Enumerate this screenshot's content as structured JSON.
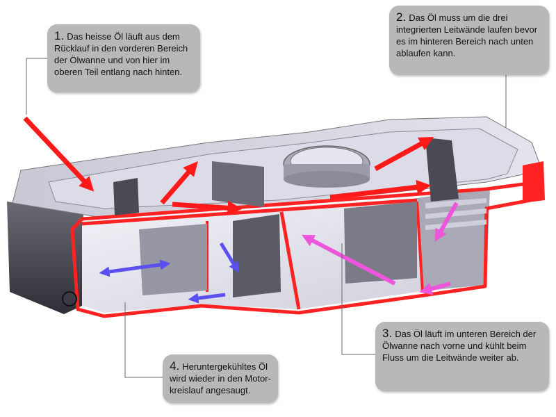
{
  "callouts": [
    {
      "number": "1.",
      "text": "Das heisse Öl läuft aus dem Rücklauf in den vorderen Bereich der Ölwanne und von hier im oberen Teil entlang nach hinten."
    },
    {
      "number": "2.",
      "text": "Das Öl muss um die drei integrierten Leitwände laufen bevor es im hinteren Bereich nach unten ablaufen kann."
    },
    {
      "number": "3.",
      "text": "Das Öl läuft im unteren Bereich der Ölwanne nach vorne und kühlt beim Fluss um die Leitwände weiter ab."
    },
    {
      "number": "4.",
      "text": "Heruntergekühltes Öl wird wieder in den Motor-kreislauf angesaugt."
    }
  ],
  "colors": {
    "hot_oil": "#ff1a1a",
    "cooling_oil": "#ee55dd",
    "cooled_oil": "#5a4ff0",
    "cut_section": "#ff2222",
    "callout_bg": "#b8b8b8"
  }
}
